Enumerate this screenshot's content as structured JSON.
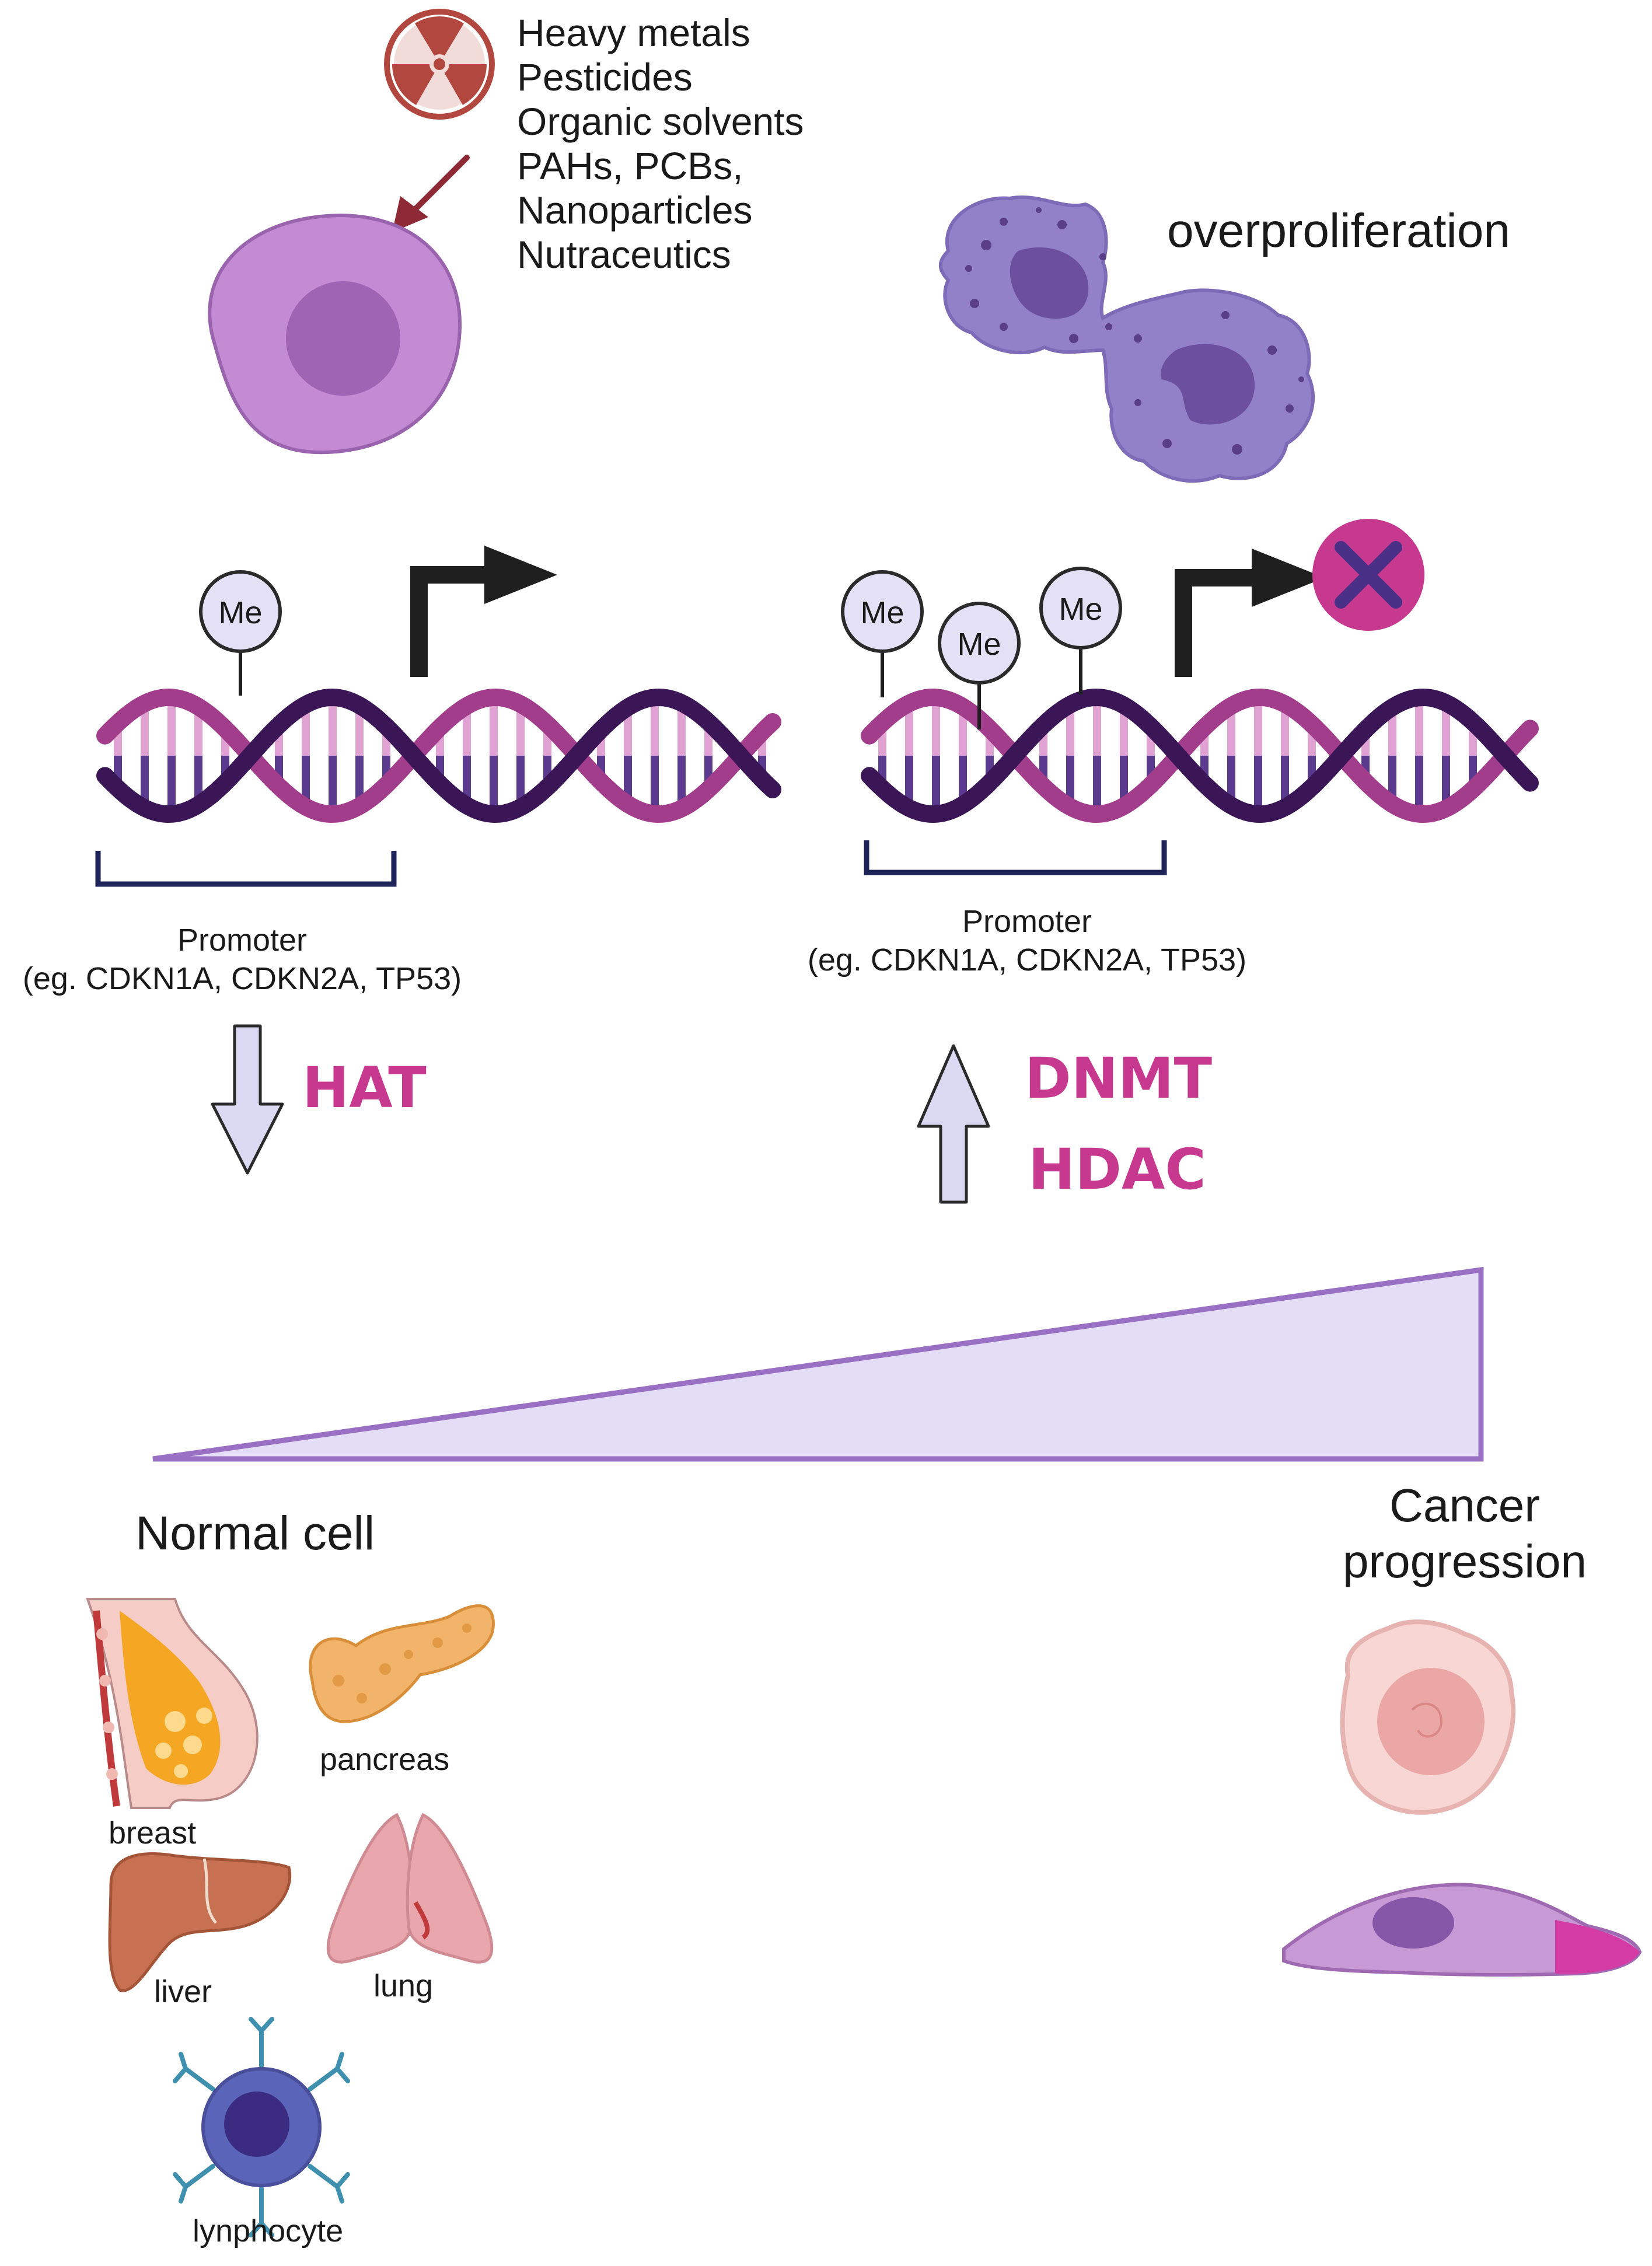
{
  "exposure": {
    "hazard_icon": "radiation-hazard-icon",
    "agents": [
      "Heavy metals",
      "Pesticides",
      "Organic solvents",
      "PAHs, PCBs,",
      "Nanoparticles",
      "Nutraceutics"
    ]
  },
  "overproliferation_label": "overproliferation",
  "methyl_label": "Me",
  "left_panel": {
    "promoter_lines": [
      "Promoter",
      "(eg. CDKN1A, CDKN2A, TP53)"
    ],
    "enzyme": "HAT",
    "arrow_direction": "down"
  },
  "right_panel": {
    "promoter_lines": [
      "Promoter",
      "(eg. CDKN1A, CDKN2A, TP53)"
    ],
    "enzymes": [
      "DNMT",
      "HDAC"
    ],
    "arrow_direction": "up",
    "blocked_icon": "x-mark-icon"
  },
  "progression": {
    "start_label": "Normal cell",
    "end_label": "Cancer progression"
  },
  "organs": {
    "breast": "breast",
    "pancreas": "pancreas",
    "liver": "liver",
    "lung": "lung",
    "lymphocyte": "lynphocyte"
  },
  "colors": {
    "dna_dark": "#3a1656",
    "dna_magenta": "#a13d8a",
    "enzyme_text": "#c7398f",
    "wedge_fill": "#e3ddf6",
    "wedge_stroke": "#9a70c4",
    "arrow_fill": "#dcd9f2",
    "me_fill": "#e4e0f6",
    "hazard_red": "#b2473f"
  }
}
